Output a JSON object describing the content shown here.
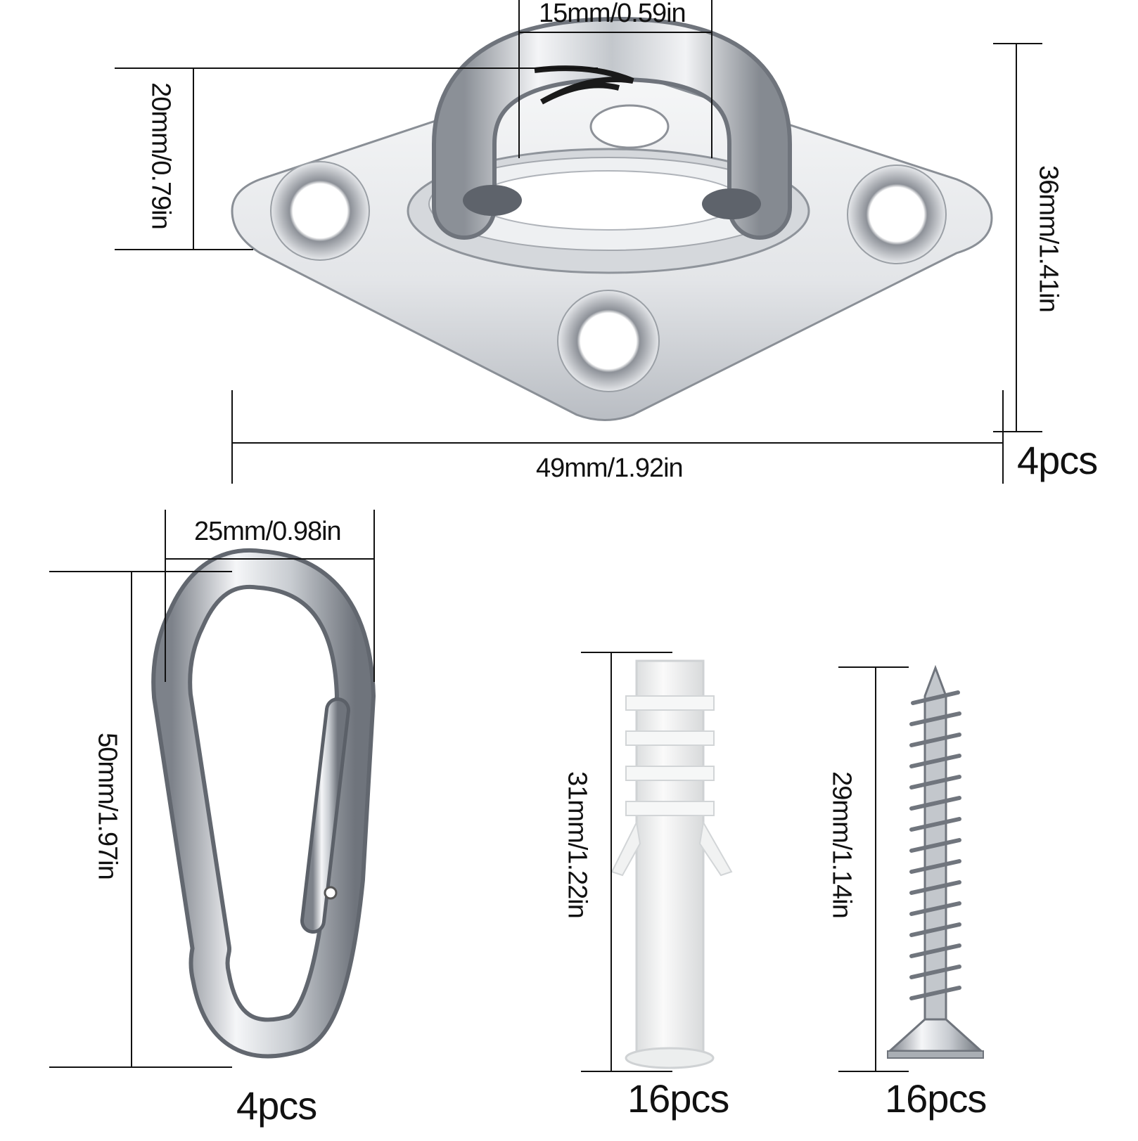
{
  "colors": {
    "metal": "#c9ccd1",
    "metal_dark": "#7f848b",
    "metal_light": "#f4f5f7",
    "plastic": "#f2f3f3",
    "line": "#111111"
  },
  "pad_eye": {
    "width_label": "49mm/1.92in",
    "height_label": "36mm/1.41in",
    "loop_width_label": "15mm/0.59in",
    "loop_height_label": "20mm/0.79in",
    "quantity": "4pcs"
  },
  "carabiner": {
    "width_label": "25mm/0.98in",
    "height_label": "50mm/1.97in",
    "quantity": "4pcs"
  },
  "anchor": {
    "height_label": "31mm/1.22in",
    "quantity": "16pcs"
  },
  "screw": {
    "height_label": "29mm/1.14in",
    "quantity": "16pcs"
  }
}
